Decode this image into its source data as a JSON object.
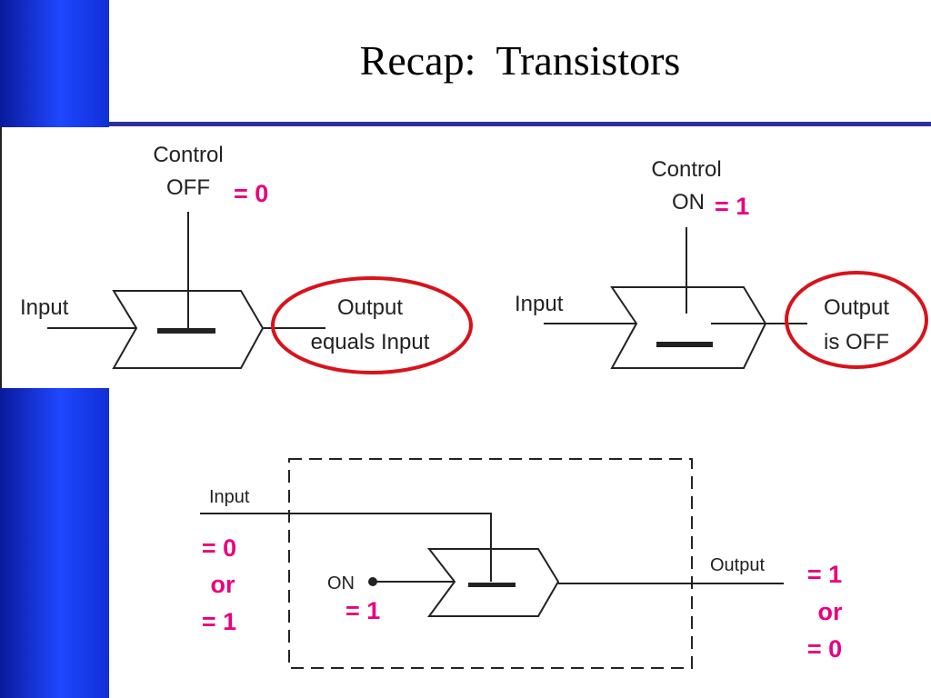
{
  "slide": {
    "title": "Recap:  Transistors",
    "accent_color": "#1f47ff",
    "rule_color": "#2a2fa8",
    "highlight_color": "#e8007f",
    "circle_color": "#d9121b"
  },
  "diagram_off": {
    "control_label": "Control",
    "state_label": "OFF",
    "value": "= 0",
    "input_label": "Input",
    "output_line1": "Output",
    "output_line2": "equals Input"
  },
  "diagram_on": {
    "control_label": "Control",
    "state_label": "ON",
    "value": "= 1",
    "input_label": "Input",
    "output_line1": "Output",
    "output_line2": "is OFF"
  },
  "diagram_inverter": {
    "input_label": "Input",
    "input_values": [
      "= 0",
      "or",
      "= 1"
    ],
    "on_label": "ON",
    "on_value": "= 1",
    "output_label": "Output",
    "output_values": [
      "= 1",
      "or",
      "= 0"
    ]
  }
}
